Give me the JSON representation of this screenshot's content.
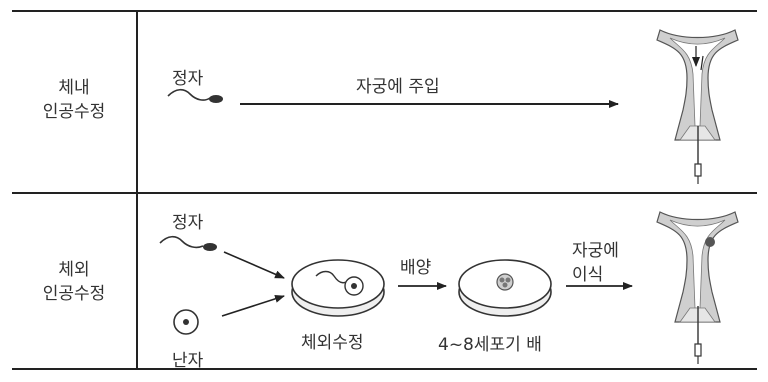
{
  "rows": [
    {
      "label_line1": "체내",
      "label_line2": "인공수정",
      "sperm_label": "정자",
      "arrow_label": "자궁에 주입"
    },
    {
      "label_line1": "체외",
      "label_line2": "인공수정",
      "sperm_label": "정자",
      "egg_label": "난자",
      "dish1_label": "체외수정",
      "culture_label": "배양",
      "dish2_label": "4~8세포기 배",
      "transfer_line1": "자궁에",
      "transfer_line2": "이식"
    }
  ],
  "icons": [
    "sperm-icon",
    "egg-icon",
    "petri-dish-icon",
    "embryo-icon",
    "uterus-icon",
    "syringe-icon"
  ]
}
